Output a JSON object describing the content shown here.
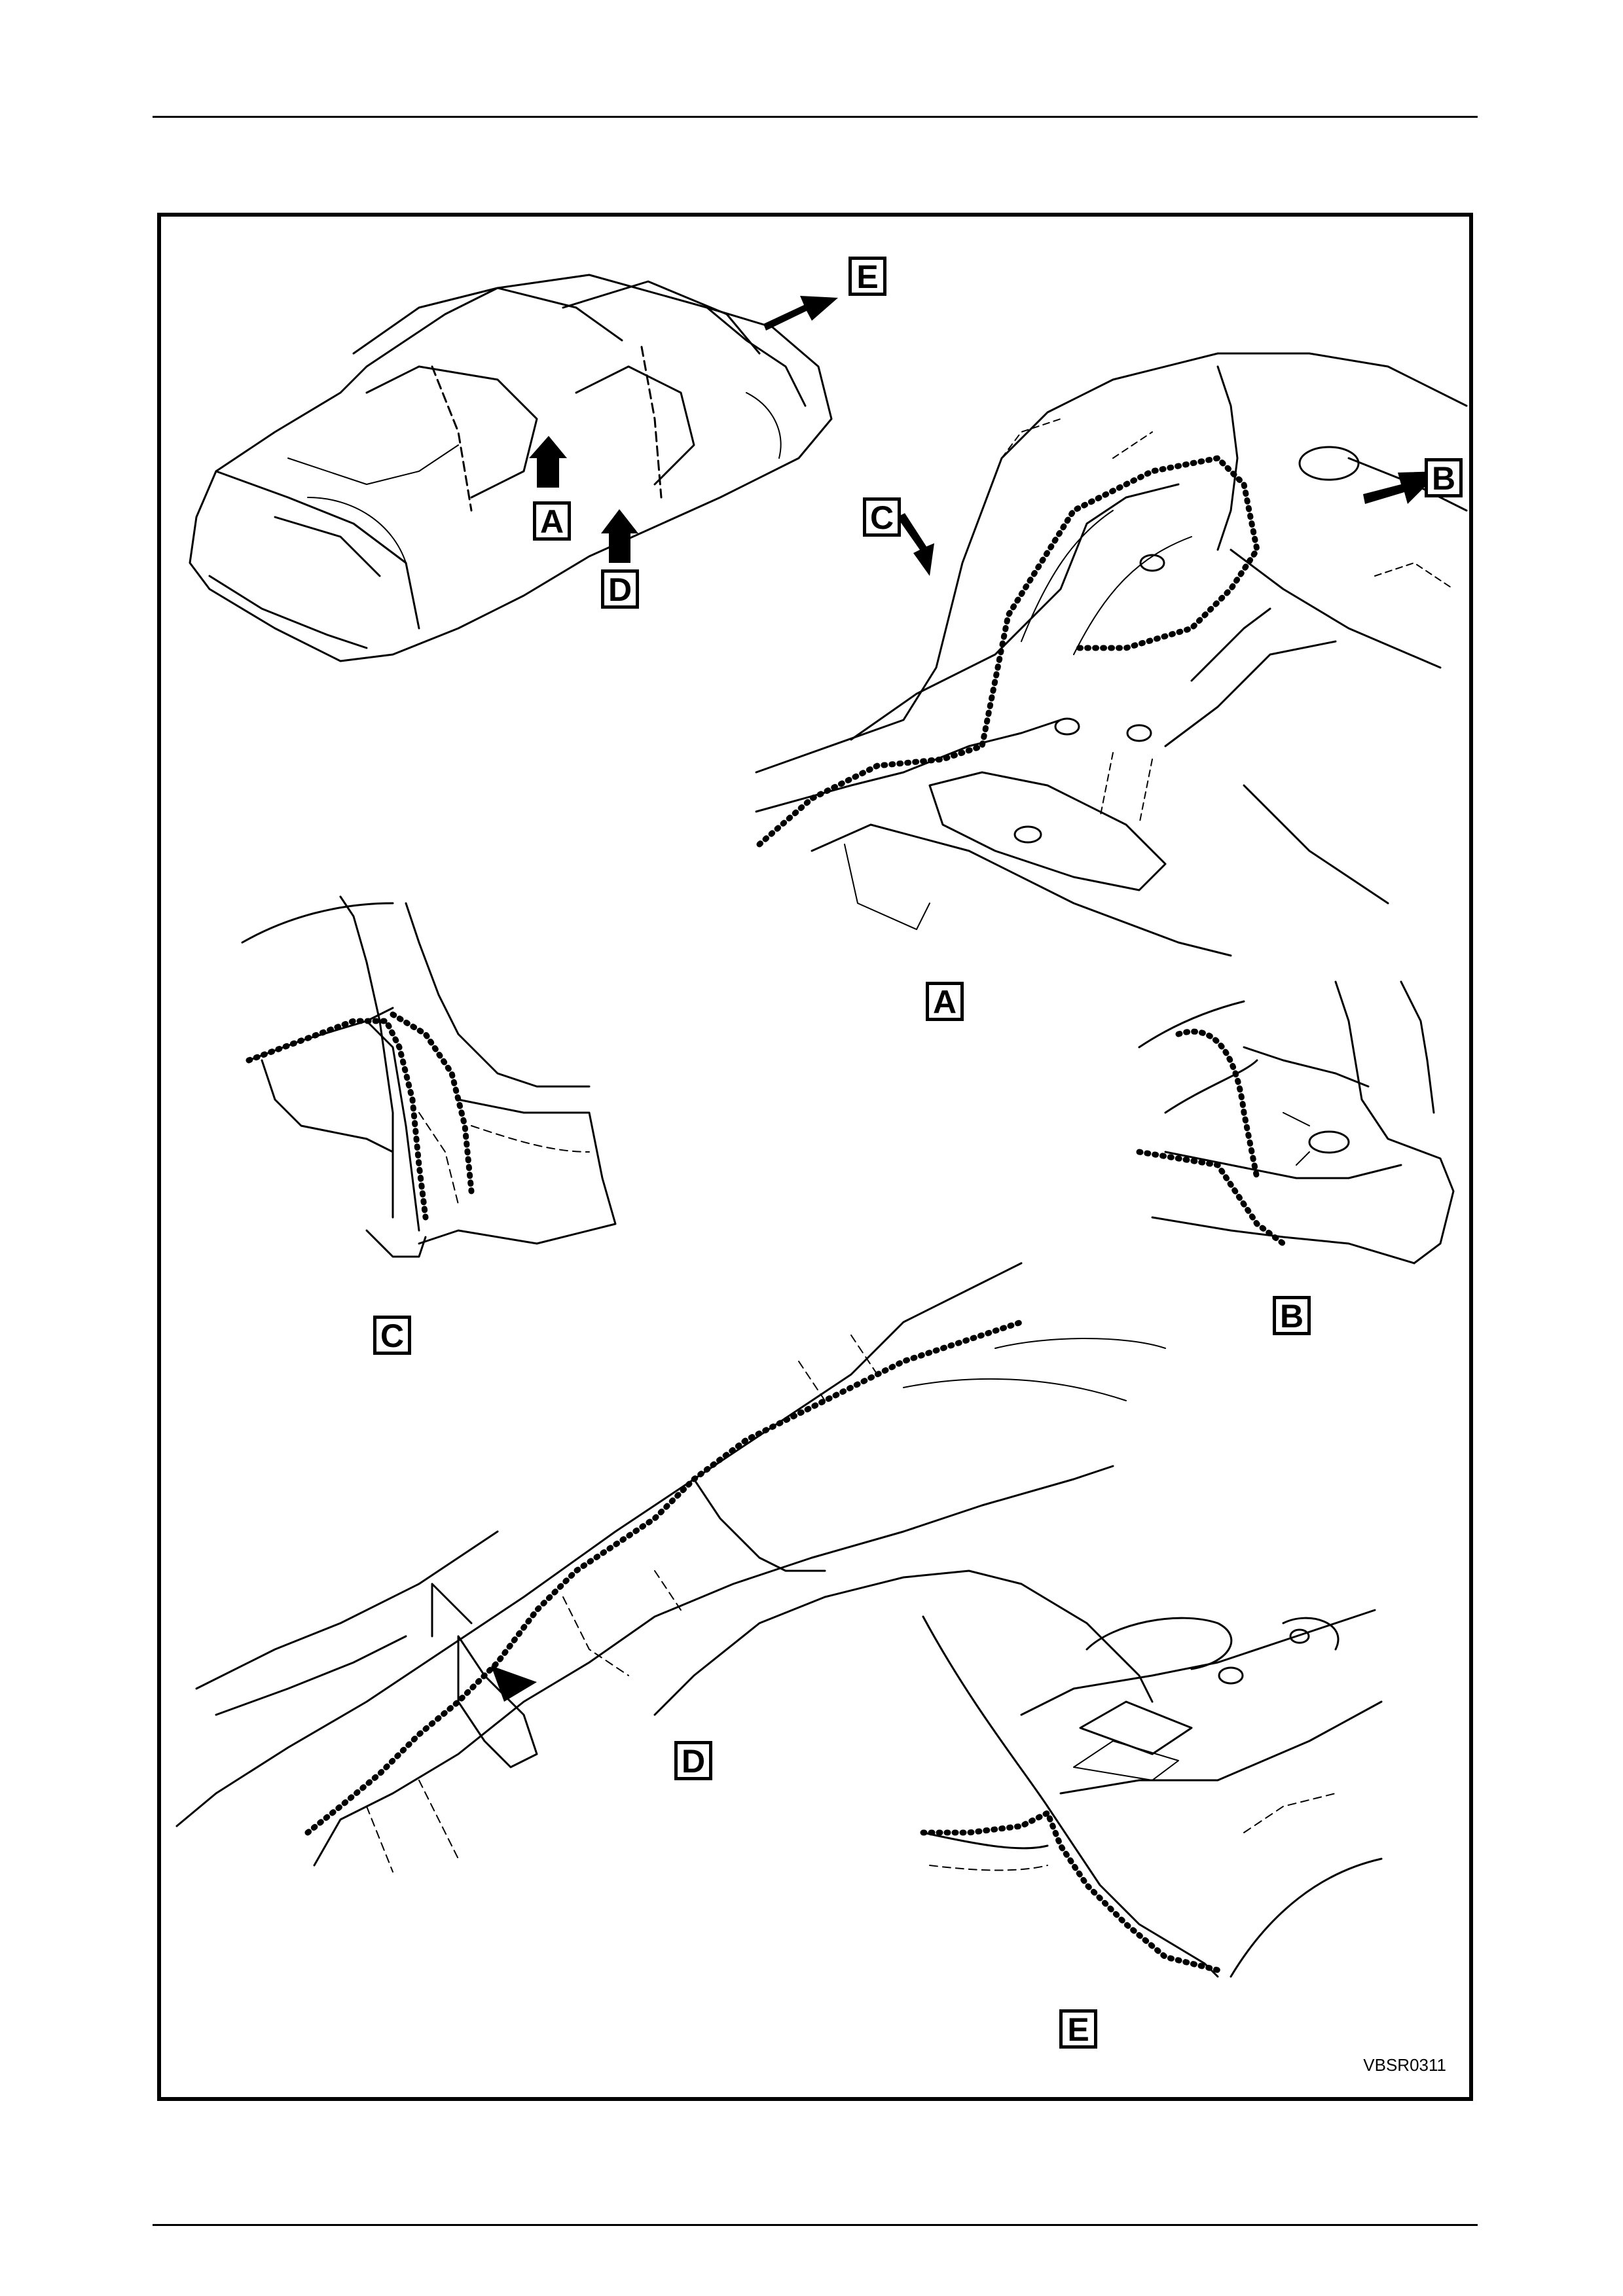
{
  "figure": {
    "reference_code": "VBSR0311",
    "callouts": {
      "overview_e": "E",
      "overview_a": "A",
      "overview_d": "D",
      "detail_a_b": "B",
      "detail_a_c": "C",
      "panel_a": "A",
      "panel_b": "B",
      "panel_c": "C",
      "panel_d": "D",
      "panel_e": "E"
    }
  }
}
